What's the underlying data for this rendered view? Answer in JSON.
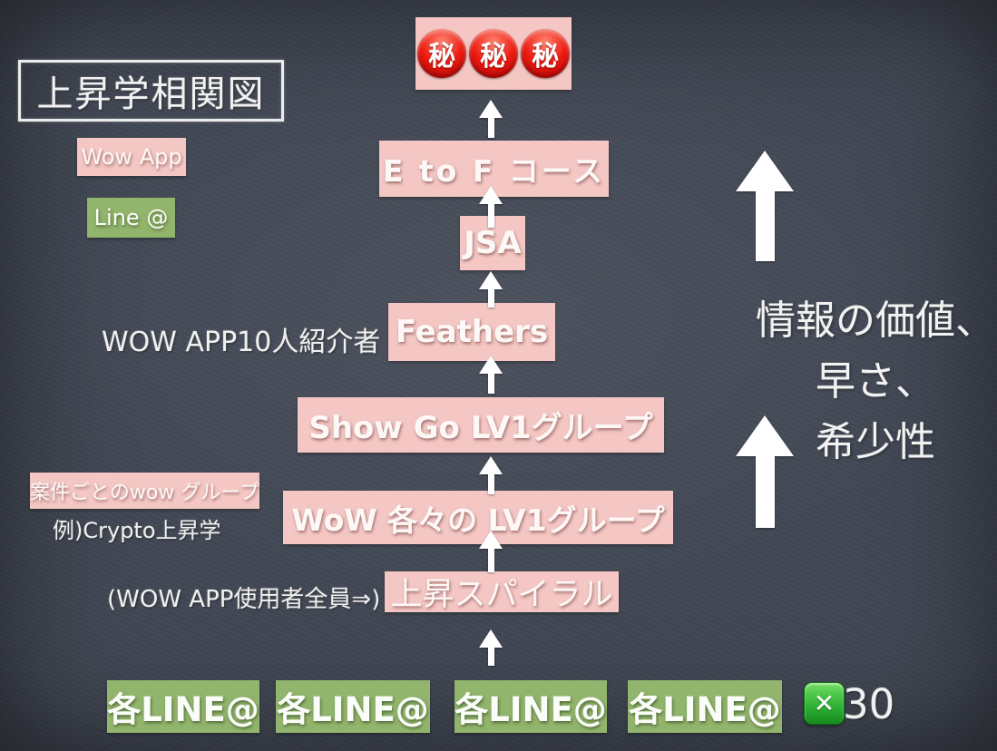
{
  "slide_title": "上昇学相関図",
  "legend": {
    "wow_app": "Wow App",
    "line_at": "Line @"
  },
  "secret": {
    "badges": [
      "秘",
      "秘",
      "秘"
    ]
  },
  "flow": {
    "e_to_f": "E to F コース",
    "jsa": "JSA",
    "feathers": "Feathers",
    "show_go": "Show Go LV1グループ",
    "wow_each": "WoW 各々の LV1グループ",
    "spiral": "上昇スパイラル"
  },
  "annotations": {
    "referrer": "WOW APP10人紹介者",
    "per_project_group": "案件ごとのwow グループ",
    "example": "例)Crypto上昇学",
    "all_users": "(WOW APP使用者全員⇒)"
  },
  "right_note": {
    "lines": [
      "情報の価値、",
      "早さ、",
      "希少性"
    ]
  },
  "bottom": {
    "line_items": [
      "各LINE@",
      "各LINE@",
      "各LINE@",
      "各LINE@"
    ],
    "multiplier_icon": "green-cross-mark",
    "multiplier_symbol": "✕",
    "multiplier": "30"
  },
  "colors": {
    "background": "#414754",
    "pink_box": "#f4c7c4",
    "green_box": "#92b56d",
    "badge_red": "#ee1c12",
    "x_green": "#2eb335",
    "chalk_white": "#f2f2f2"
  }
}
